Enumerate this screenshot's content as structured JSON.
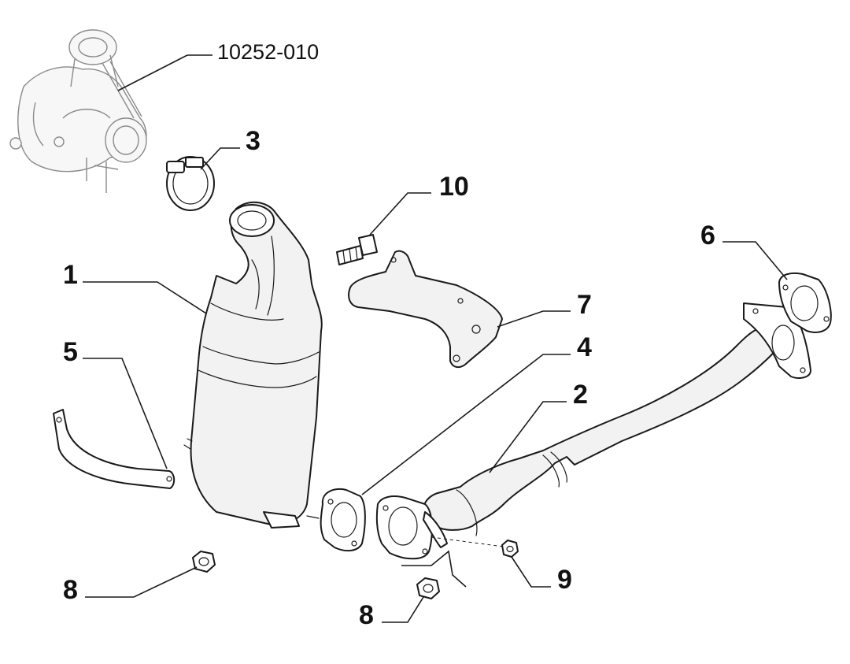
{
  "callouts": {
    "ref_turbo": "10252-010",
    "c1": "1",
    "c2": "2",
    "c3": "3",
    "c4": "4",
    "c5": "5",
    "c6": "6",
    "c7": "7",
    "c8a": "8",
    "c8b": "8",
    "c9": "9",
    "c10": "10"
  }
}
